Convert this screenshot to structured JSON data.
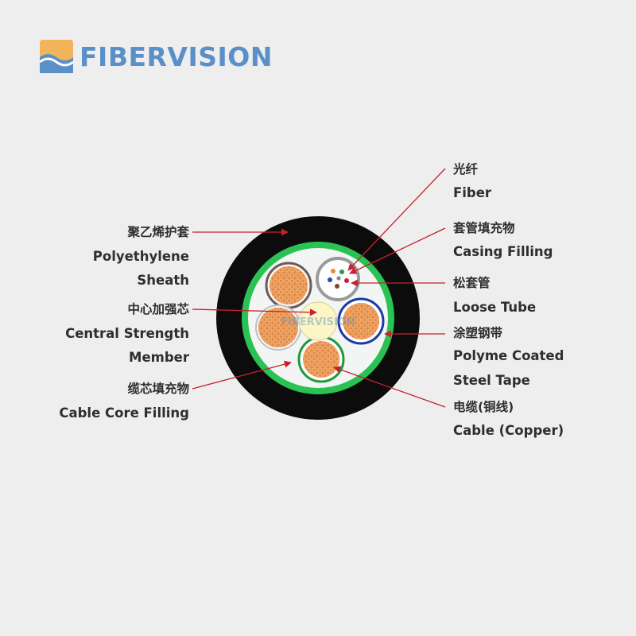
{
  "brand": {
    "name": "FIBERVISION",
    "color": "#5a8fc8",
    "accent": "#f2b45a"
  },
  "watermark": "FIBERVISION",
  "labels": {
    "fiber": {
      "cn": "光纤",
      "en": "Fiber"
    },
    "casing_filling": {
      "cn": "套管填充物",
      "en": "Casing Filling"
    },
    "loose_tube": {
      "cn": "松套管",
      "en": "Loose Tube"
    },
    "steel_tape": {
      "cn": "涂塑钢带",
      "en1": "Polyme Coated",
      "en2": "Steel Tape"
    },
    "cable_copper": {
      "cn": "电缆(铜线)",
      "en": "Cable (Copper)"
    },
    "sheath": {
      "cn": "聚乙烯护套",
      "en1": "Polyethylene",
      "en2": "Sheath"
    },
    "central_member": {
      "cn": "中心加强芯",
      "en1": "Central Strength",
      "en2": "Member"
    },
    "core_filling": {
      "cn": "缆芯填充物",
      "en": "Cable Core Filling"
    }
  },
  "colors": {
    "sheath": "#0c0c0c",
    "steel_tape": "#2bc255",
    "core_filling": "#f3f5f4",
    "copper": "#e58d48",
    "central_member": "#fcf6c6",
    "leader_line": "#c8202c"
  }
}
